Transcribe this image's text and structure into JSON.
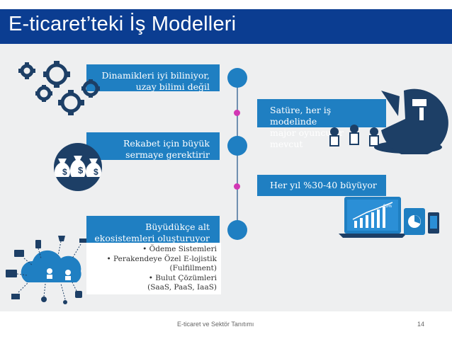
{
  "title": "E-ticaret’teki İş Modelleri",
  "callouts": {
    "c1_line1": "Dinamikleri iyi biliniyor,",
    "c1_line2": "uzay bilimi değil",
    "c2_line1": "Satüre, her iş modelinde",
    "c2_line2": "major oyuncular mevcut",
    "c3_line1": "Rekabet için büyük",
    "c3_line2": "sermaye gerektirir",
    "c4": "Her yıl %30-40 büyüyor",
    "c5_line1": "Büyüdükçe alt",
    "c5_line2": "ekosistemleri oluşturuyor"
  },
  "list_items": [
    "• Ödeme Sistemleri",
    "• Perakendeye Özel E-lojistik",
    "(Fulfillment)",
    "• Bulut Çözümleri",
    "(SaaS, PaaS, IaaS)"
  ],
  "icons": {
    "money_symbol": "$",
    "chart_percent": "99%"
  },
  "footer": {
    "center": "E-ticaret ve Sektör Tanıtımı",
    "page": "14"
  },
  "colors": {
    "title_band": "#0b3d91",
    "callout_blue": "#1f7fc2",
    "node_magenta": "#d237b4",
    "icon_dark": "#1d3f66"
  }
}
